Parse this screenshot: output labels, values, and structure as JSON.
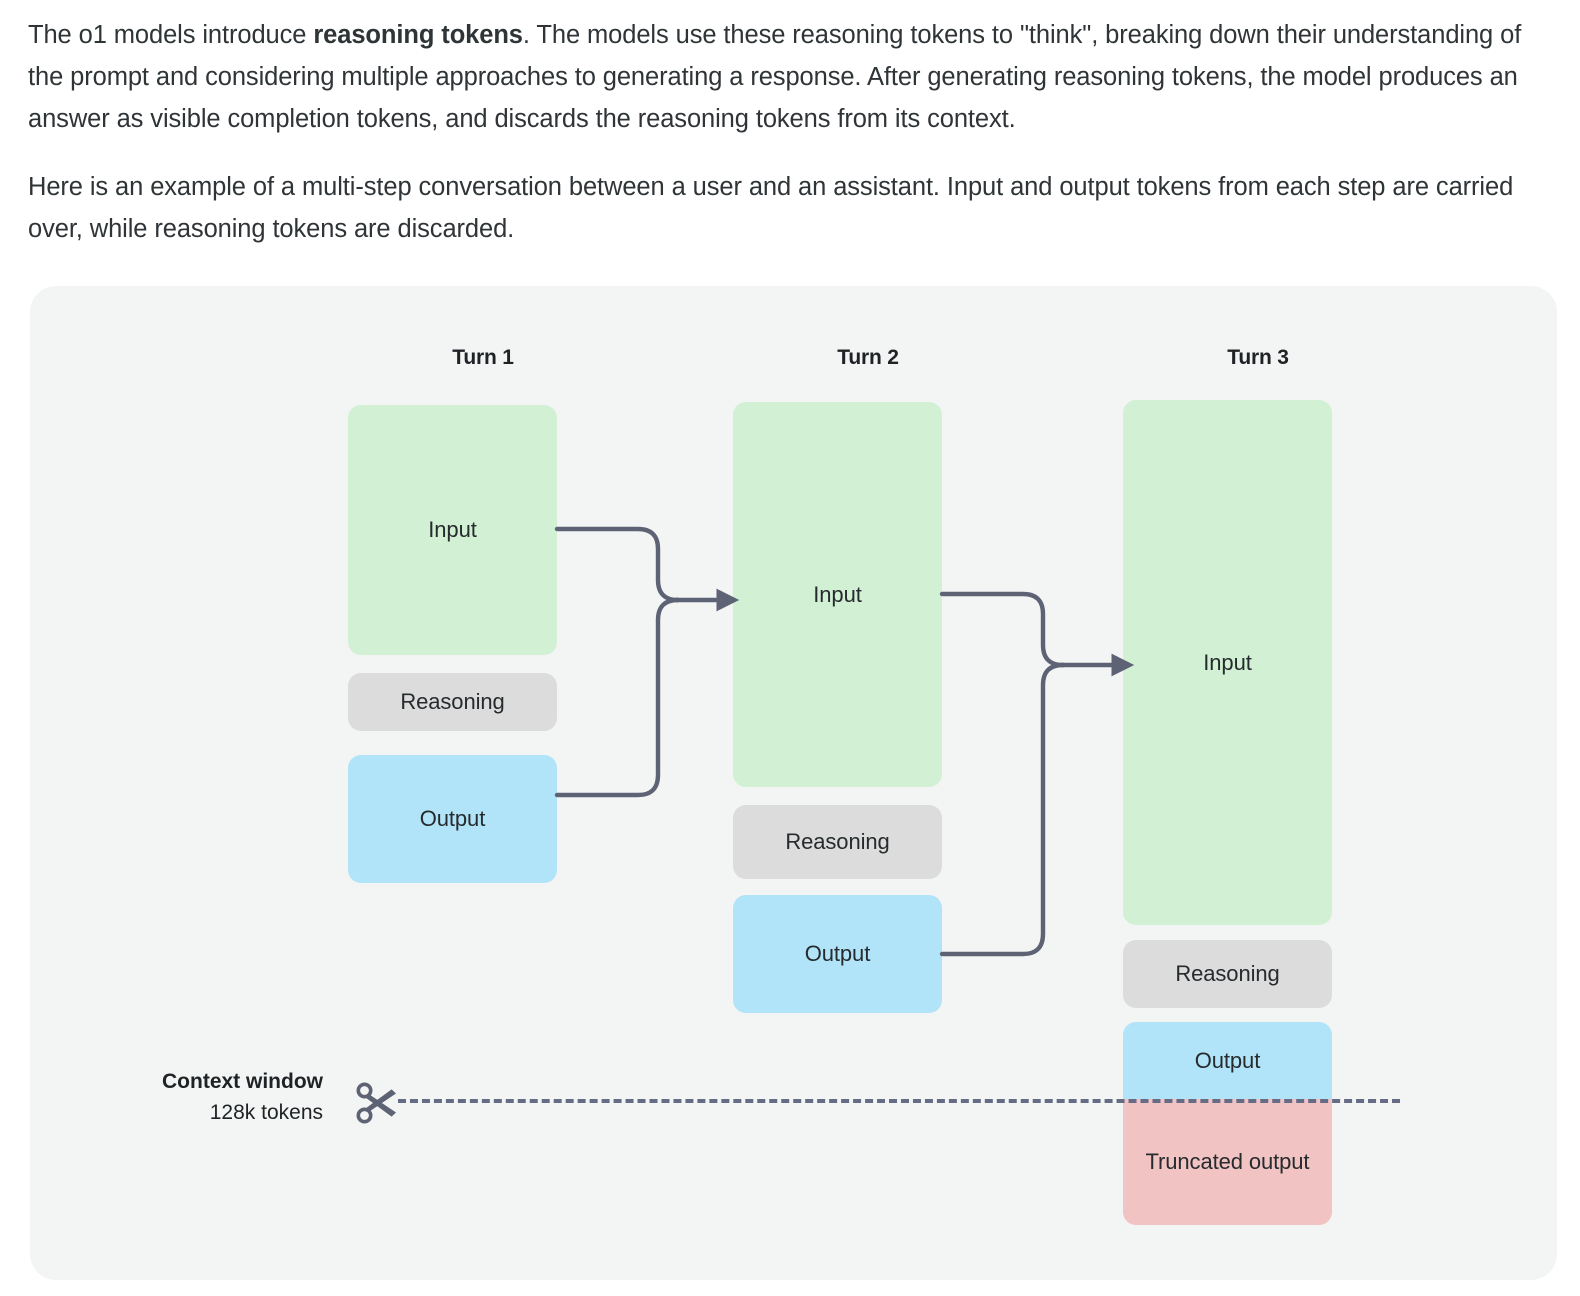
{
  "prose": {
    "paragraph_1_pre": "The o1 models introduce ",
    "paragraph_1_bold": "reasoning tokens",
    "paragraph_1_post": ". The models use these reasoning tokens to \"think\", breaking down their understanding of the prompt and considering multiple approaches to generating a response. After generating reasoning tokens, the model produces an answer as visible completion tokens, and discards the reasoning tokens from its context.",
    "paragraph_2": "Here is an example of a multi-step conversation between a user and an assistant. Input and output tokens from each step are carried over, while reasoning tokens are discarded."
  },
  "diagram": {
    "turns": [
      {
        "label": "Turn 1",
        "blocks": [
          {
            "kind": "input",
            "label": "Input"
          },
          {
            "kind": "reasoning",
            "label": "Reasoning"
          },
          {
            "kind": "output",
            "label": "Output"
          }
        ]
      },
      {
        "label": "Turn 2",
        "blocks": [
          {
            "kind": "input",
            "label": "Input"
          },
          {
            "kind": "reasoning",
            "label": "Reasoning"
          },
          {
            "kind": "output",
            "label": "Output"
          }
        ]
      },
      {
        "label": "Turn 3",
        "blocks": [
          {
            "kind": "input",
            "label": "Input"
          },
          {
            "kind": "reasoning",
            "label": "Reasoning"
          },
          {
            "kind": "output",
            "label": "Output"
          },
          {
            "kind": "truncated",
            "label": "Truncated output"
          }
        ]
      }
    ],
    "context_window": {
      "title": "Context window",
      "subtitle": "128k tokens",
      "icon": "scissors-icon"
    },
    "colors": {
      "input": "#d2f0d4",
      "reasoning": "#dcdcdc",
      "output": "#b2e4f9",
      "truncated": "#f2c3c3",
      "connector": "#5d6275",
      "card_background": "#f3f4f4",
      "cut_line": "#666c85"
    }
  }
}
